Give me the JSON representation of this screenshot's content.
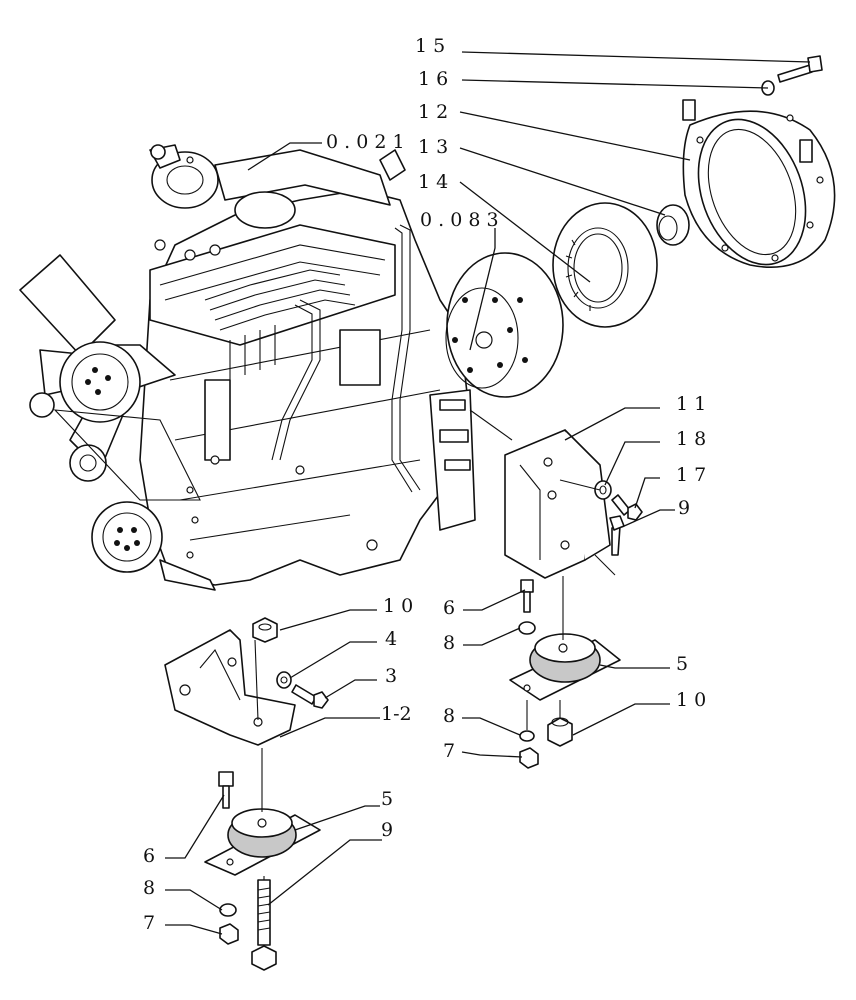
{
  "diagram": {
    "callouts": [
      {
        "id": "c15",
        "text": "1 5"
      },
      {
        "id": "c16",
        "text": "1 6"
      },
      {
        "id": "c12",
        "text": "1 2"
      },
      {
        "id": "c13",
        "text": "1 3"
      },
      {
        "id": "c14",
        "text": "1 4"
      },
      {
        "id": "c0021",
        "text": "0 . 0 2 1"
      },
      {
        "id": "c0083",
        "text": "0 . 0 8 3"
      },
      {
        "id": "c11",
        "text": "1 1"
      },
      {
        "id": "c18",
        "text": "1 8"
      },
      {
        "id": "c17",
        "text": "1 7"
      },
      {
        "id": "c9a",
        "text": "9"
      },
      {
        "id": "c6a",
        "text": "6"
      },
      {
        "id": "c8a",
        "text": "8"
      },
      {
        "id": "c5a",
        "text": "5"
      },
      {
        "id": "c10a",
        "text": "1 0"
      },
      {
        "id": "c8b",
        "text": "8"
      },
      {
        "id": "c7a",
        "text": "7"
      },
      {
        "id": "c10b",
        "text": "1 0"
      },
      {
        "id": "c4",
        "text": "4"
      },
      {
        "id": "c3",
        "text": "3"
      },
      {
        "id": "c12b",
        "text": "1-2"
      },
      {
        "id": "c5b",
        "text": "5"
      },
      {
        "id": "c9b",
        "text": "9"
      },
      {
        "id": "c6b",
        "text": "6"
      },
      {
        "id": "c8c",
        "text": "8"
      },
      {
        "id": "c7b",
        "text": "7"
      }
    ]
  }
}
